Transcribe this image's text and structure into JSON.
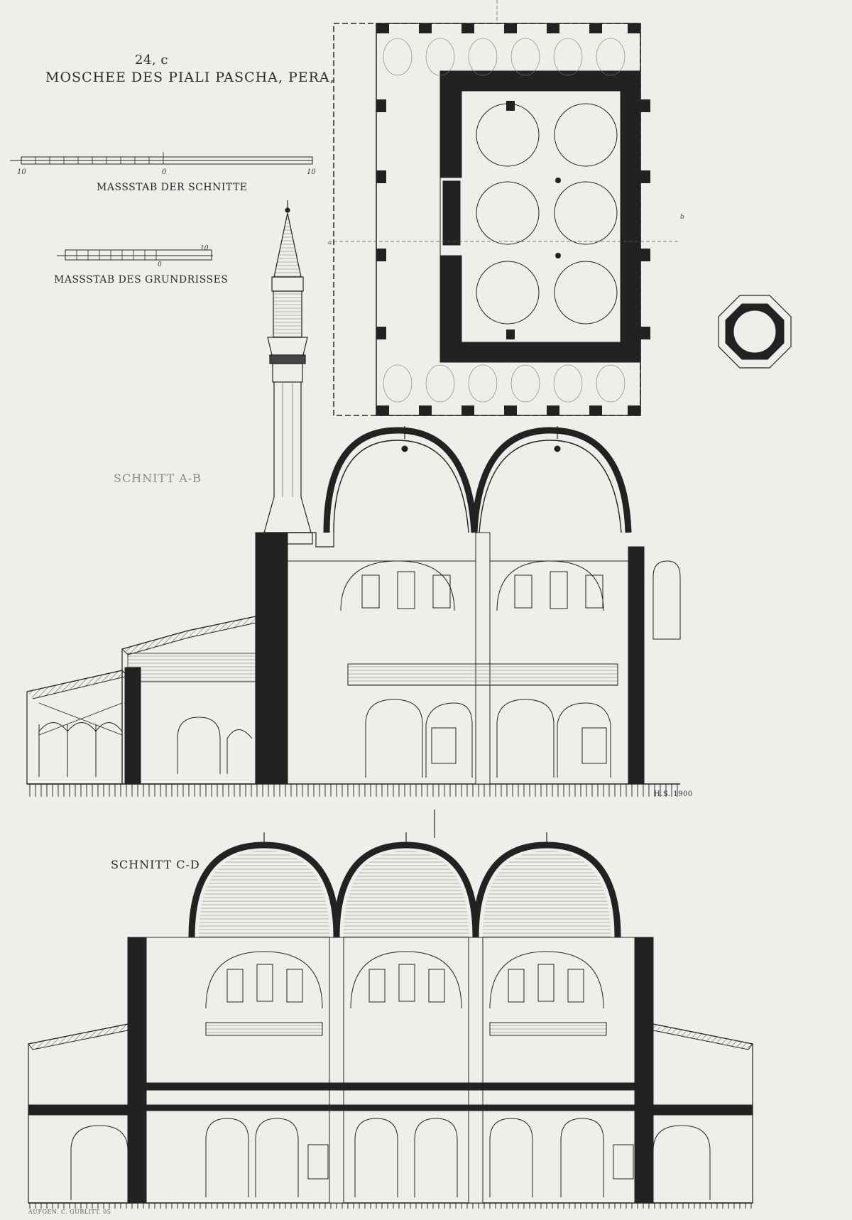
{
  "plate": {
    "number": "24, c",
    "title": "MOSCHEE DES PIALI PASCHA, PERA,"
  },
  "scales": {
    "sections_label": "MASSSTAB DER SCHNITTE",
    "sections_ticks": [
      "10",
      "0",
      "10"
    ],
    "plan_label": "MASSSTAB DES GRUNDRISSES",
    "plan_ticks": [
      "10",
      "0"
    ]
  },
  "plan": {
    "axis_labels": [
      "a",
      "b"
    ]
  },
  "sections": {
    "ab_label": "SCHNITT A-B",
    "cd_label": "SCHNITT C-D"
  },
  "signatures": {
    "draftsman": "H.S. 1900",
    "credit": "AUFGEN. C. GURLITT. 05"
  },
  "colors": {
    "paper": "#eeeeea",
    "ink": "#222222",
    "hatch": "#555555"
  }
}
